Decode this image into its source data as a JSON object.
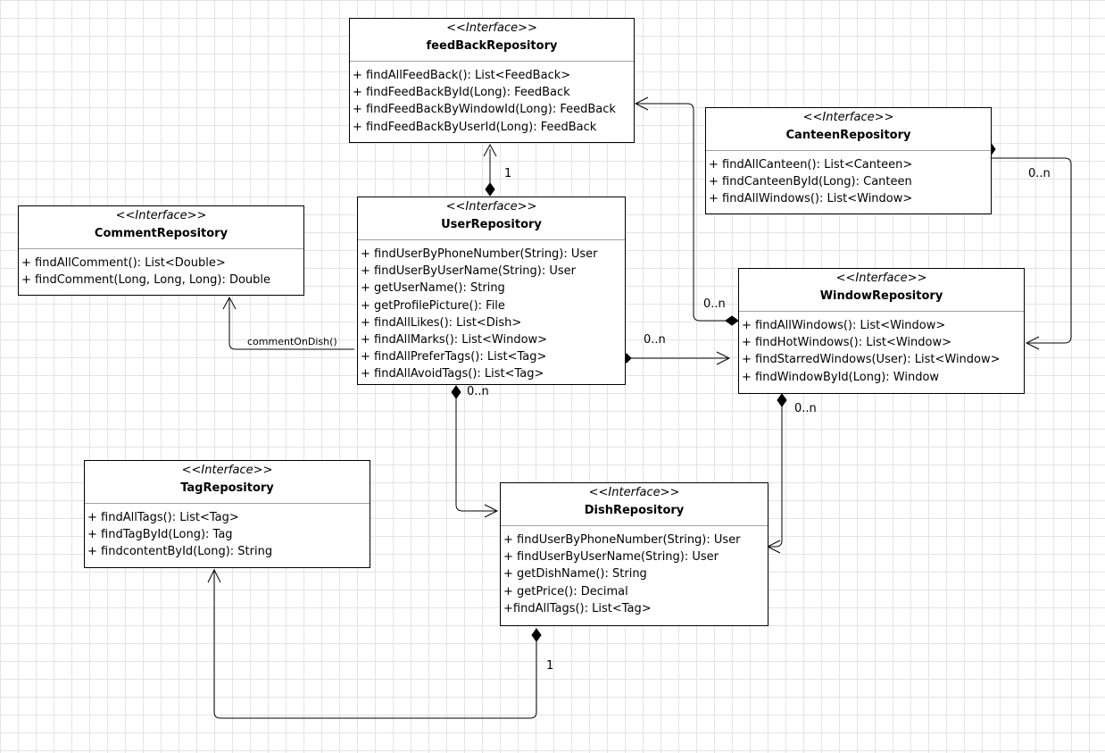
{
  "classes": {
    "feedback": {
      "stereotype": "<<Interface>>",
      "name": "feedBackRepository",
      "methods": [
        "+ findAllFeedBack(): List<FeedBack>",
        "+ findFeedBackById(Long): FeedBack",
        "+ findFeedBackByWindowId(Long): FeedBack",
        "+ findFeedBackByUserId(Long): FeedBack"
      ]
    },
    "canteen": {
      "stereotype": "<<Interface>>",
      "name": "CanteenRepository",
      "methods": [
        "+ findAllCanteen(): List<Canteen>",
        "+ findCanteenById(Long): Canteen",
        "+ findAllWindows(): List<Window>"
      ]
    },
    "comment": {
      "stereotype": "<<Interface>>",
      "name": "CommentRepository",
      "methods": [
        "+ findAllComment(): List<Double>",
        "+ findComment(Long, Long, Long): Double"
      ]
    },
    "user": {
      "stereotype": "<<Interface>>",
      "name": "UserRepository",
      "methods": [
        "+ findUserByPhoneNumber(String): User",
        "+ findUserByUserName(String): User",
        "+ getUserName(): String",
        "+ getProfilePicture(): File",
        "+ findAllLikes(): List<Dish>",
        "+ findAllMarks(): List<Window>",
        "+ findAllPreferTags(): List<Tag>",
        "+ findAllAvoidTags(): List<Tag>"
      ]
    },
    "window": {
      "stereotype": "<<Interface>>",
      "name": "WindowRepository",
      "methods": [
        "+ findAllWindows(): List<Window>",
        "+ findHotWindows(): List<Window>",
        "+ findStarredWindows(User): List<Window>",
        "+ findWindowById(Long): Window"
      ]
    },
    "tag": {
      "stereotype": "<<Interface>>",
      "name": "TagRepository",
      "methods": [
        "+ findAllTags(): List<Tag>",
        "+ findTagById(Long): Tag",
        "+ findcontentById(Long): String"
      ]
    },
    "dish": {
      "stereotype": "<<Interface>>",
      "name": "DishRepository",
      "methods": [
        "+ findUserByPhoneNumber(String): User",
        "+ findUserByUserName(String): User",
        "+ getDishName(): String",
        "+ getPrice(): Decimal",
        "+findAllTags(): List<Tag>"
      ]
    }
  },
  "labels": {
    "user_feedback_mult": "1",
    "canteen_window_mult": "0..n",
    "window_feedback_mult": "0..n",
    "comment_on_dish": "commentOnDish()",
    "user_window_mult": "0..n",
    "user_dish_mult": "0..n",
    "window_dish_mult": "0..n",
    "dish_tag_mult": "1"
  }
}
